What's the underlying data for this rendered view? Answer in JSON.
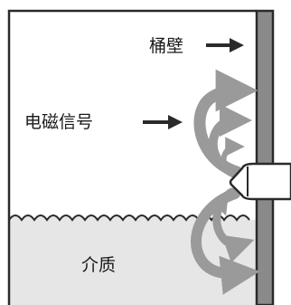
{
  "labels": {
    "wall": "桶壁",
    "signal": "电磁信号",
    "medium": "介质"
  },
  "colors": {
    "background": "#ffffff",
    "medium_fill": "#e6e6e6",
    "wall_fill": "#8a8a8a",
    "outline": "#2a2a2a",
    "waves": "#999999",
    "pointer_arrows": "#2a2a2a"
  },
  "icons": {
    "pointer": "right-arrow-icon",
    "sensor": "radar-probe-icon",
    "emission": "curved-arrow-icon"
  }
}
